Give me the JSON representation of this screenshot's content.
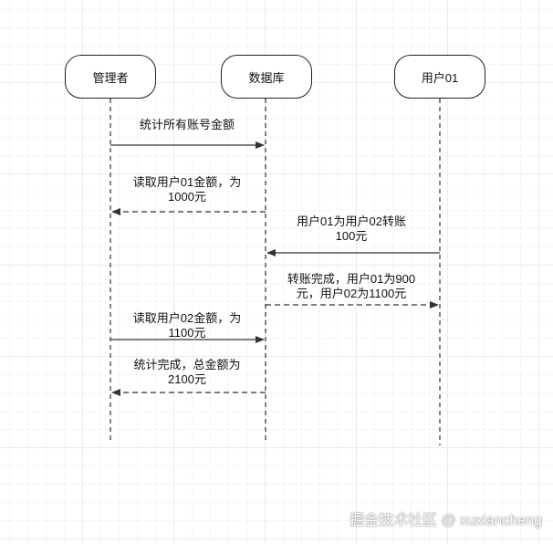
{
  "participants": [
    {
      "id": "admin",
      "label": "管理者"
    },
    {
      "id": "db",
      "label": "数据库"
    },
    {
      "id": "user01",
      "label": "用户01"
    }
  ],
  "messages": [
    {
      "from": "admin",
      "to": "db",
      "style": "solid",
      "lines": [
        "统计所有账号金额"
      ]
    },
    {
      "from": "db",
      "to": "admin",
      "style": "dashed",
      "lines": [
        "读取用户01金额，为",
        "1000元"
      ]
    },
    {
      "from": "user01",
      "to": "db",
      "style": "solid",
      "lines": [
        "用户01为用户02转账",
        "100元"
      ]
    },
    {
      "from": "db",
      "to": "user01",
      "style": "dashed",
      "lines": [
        "转账完成，用户01为900",
        "元，用户02为1100元"
      ]
    },
    {
      "from": "admin",
      "to": "db",
      "style": "solid",
      "lines": [
        "读取用户02金额，为",
        "1100元"
      ]
    },
    {
      "from": "db",
      "to": "admin",
      "style": "dashed",
      "lines": [
        "统计完成，总金额为",
        "2100元"
      ]
    }
  ],
  "watermark": "掘金技术社区 @ xuxiancheng",
  "colors": {
    "line": "#333333",
    "background": "#ffffff",
    "grid": "#ebebeb"
  }
}
